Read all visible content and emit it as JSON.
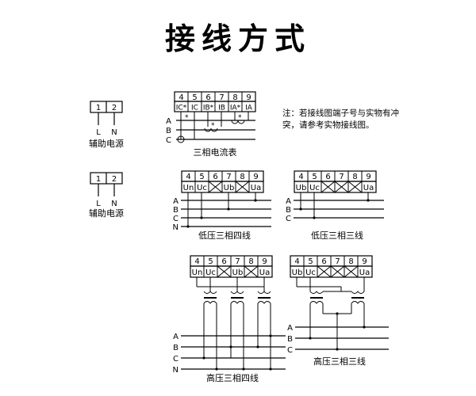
{
  "title": "接线方式",
  "note": {
    "prefix": "注：",
    "text": "若接线图端子号与实物有冲突，请参考实物接线图。"
  },
  "aux_power": {
    "terminals": [
      "1",
      "2"
    ],
    "lines": [
      "L",
      "N"
    ],
    "label": "辅助电源"
  },
  "current_table": {
    "caption": "三相电流表",
    "numbers": [
      "4",
      "5",
      "6",
      "7",
      "8",
      "9"
    ],
    "signals": [
      "IC*",
      "IC",
      "IB*",
      "IB",
      "IA*",
      "IA"
    ],
    "phases": [
      "A",
      "B",
      "C"
    ],
    "star": "*"
  },
  "low_4wire": {
    "caption": "低压三相四线",
    "numbers": [
      "4",
      "5",
      "6",
      "7",
      "8",
      "9"
    ],
    "signals": [
      "Un",
      "Uc",
      "",
      "Ub",
      "",
      "Ua"
    ],
    "phases": [
      "A",
      "B",
      "C",
      "N"
    ]
  },
  "low_3wire": {
    "caption": "低压三相三线",
    "numbers": [
      "4",
      "5",
      "6",
      "7",
      "8",
      "9"
    ],
    "signals": [
      "Ub",
      "Uc",
      "",
      "",
      "",
      "Ua"
    ],
    "phases": [
      "A",
      "B",
      "C"
    ]
  },
  "high_4wire": {
    "caption": "高压三相四线",
    "numbers": [
      "4",
      "5",
      "6",
      "7",
      "8",
      "9"
    ],
    "signals": [
      "Un",
      "Uc",
      "",
      "Ub",
      "",
      "Ua"
    ],
    "phases": [
      "A",
      "B",
      "C",
      "N"
    ]
  },
  "high_3wire": {
    "caption": "高压三相三线",
    "numbers": [
      "4",
      "5",
      "6",
      "7",
      "8",
      "9"
    ],
    "signals": [
      "Ub",
      "Uc",
      "",
      "",
      "",
      "Ua"
    ],
    "phases": [
      "A",
      "B",
      "C"
    ]
  }
}
